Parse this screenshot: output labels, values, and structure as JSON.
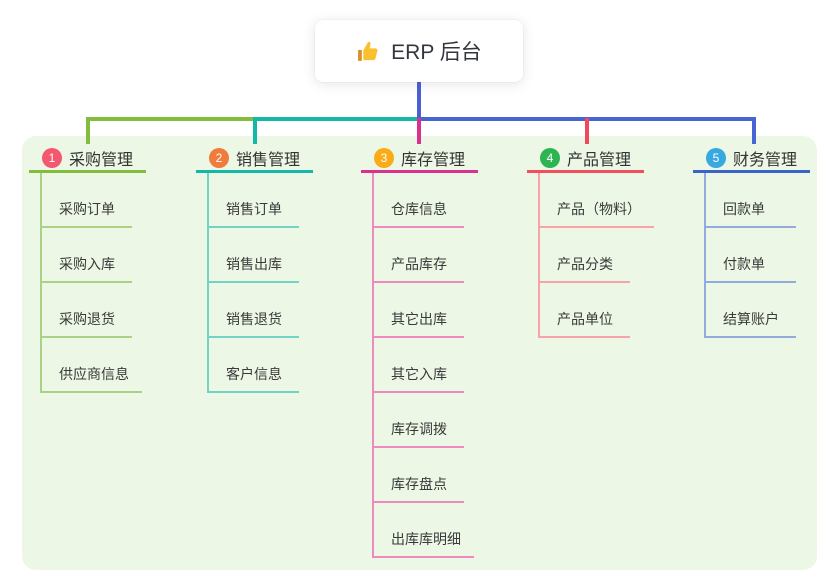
{
  "root": {
    "label": "ERP 后台",
    "icon": "thumbs-up"
  },
  "branches": [
    {
      "index": "1",
      "label": "采购管理",
      "colors": {
        "badge": "#f4586e",
        "line": "#82bd3d",
        "child_line": "#a9d287"
      },
      "children": [
        "采购订单",
        "采购入库",
        "采购退货",
        "供应商信息"
      ]
    },
    {
      "index": "2",
      "label": "销售管理",
      "colors": {
        "badge": "#ef7b3c",
        "line": "#13b9a6",
        "child_line": "#72d2c4"
      },
      "children": [
        "销售订单",
        "销售出库",
        "销售退货",
        "客户信息"
      ]
    },
    {
      "index": "3",
      "label": "库存管理",
      "colors": {
        "badge": "#f9ab18",
        "line": "#d93190",
        "child_line": "#ee8abf"
      },
      "children": [
        "仓库信息",
        "产品库存",
        "其它出库",
        "其它入库",
        "库存调拨",
        "库存盘点",
        "出库库明细"
      ]
    },
    {
      "index": "4",
      "label": "产品管理",
      "colors": {
        "badge": "#2fb454",
        "line": "#f14f5e",
        "child_line": "#f8a2aa"
      },
      "children": [
        "产品（物料）",
        "产品分类",
        "产品单位"
      ]
    },
    {
      "index": "5",
      "label": "财务管理",
      "colors": {
        "badge": "#38a8e0",
        "line": "#3b63c9",
        "child_line": "#93aade"
      },
      "children": [
        "回款单",
        "付款单",
        "结算账户"
      ]
    }
  ],
  "connectors": {
    "root_line": "#4c5ed6",
    "bus_green": "#82bd3d",
    "bus_teal": "#13b9a6",
    "bus_blue": "#4766d3",
    "drop_magenta": "#d93190",
    "drop_red": "#f0485d"
  },
  "panel_bg": "#ecf7e5"
}
